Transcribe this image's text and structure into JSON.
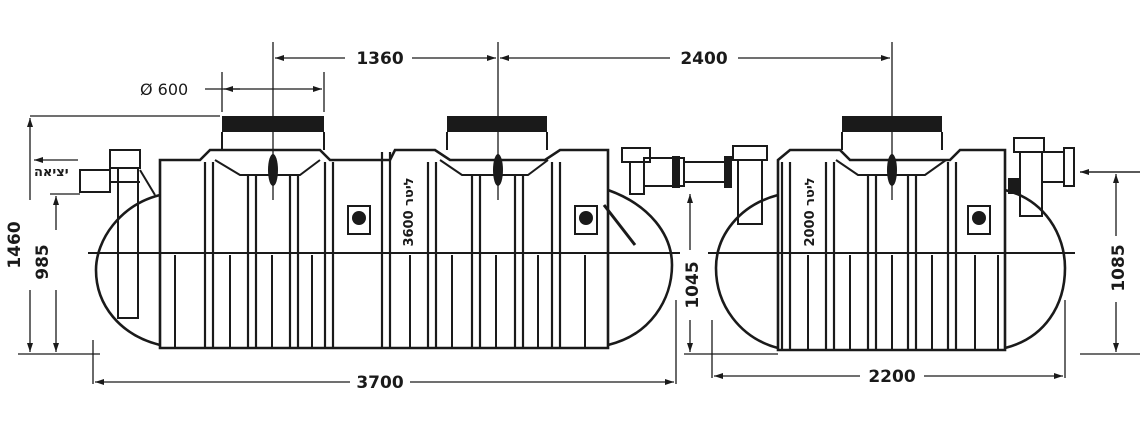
{
  "diagram": {
    "tanks": [
      {
        "id": "tank-3600",
        "label": "3600 ליטר",
        "volume": "3600",
        "unit": "ליטר"
      },
      {
        "id": "tank-2000",
        "label": "2000 ליטר",
        "volume": "2000",
        "unit": "ליטר"
      }
    ],
    "outlet_label": "יציאה",
    "dimensions": {
      "spacing_1360": "1360",
      "spacing_2400": "2400",
      "manhole_diameter": "Ø 600",
      "height_1460": "1460",
      "height_985": "985",
      "height_1045": "1045",
      "height_1085": "1085",
      "length_3700": "3700",
      "length_2200": "2200"
    }
  }
}
